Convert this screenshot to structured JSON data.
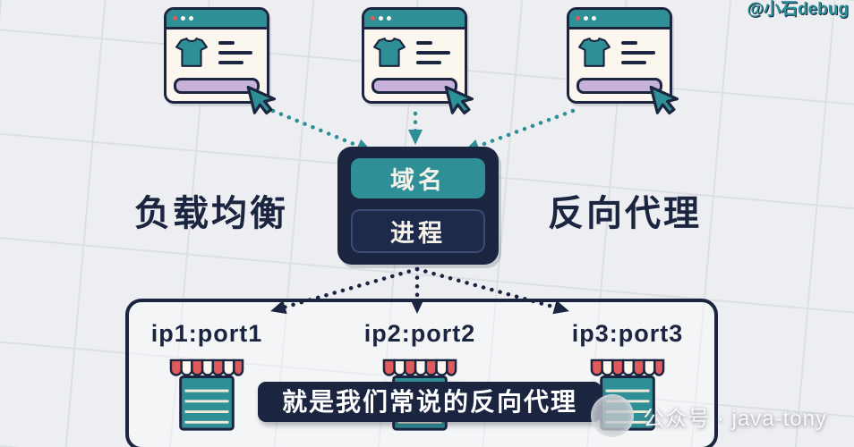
{
  "watermarks": {
    "top_right": "@小石debug",
    "bottom_right": "公众号 · java-tony"
  },
  "diagram": {
    "left_label": "负载均衡",
    "right_label": "反向代理",
    "center": {
      "top": "域名",
      "bottom": "进程"
    },
    "servers": [
      {
        "label": "ip1:port1"
      },
      {
        "label": "ip2:port2"
      },
      {
        "label": "ip3:port3"
      }
    ],
    "caption": "就是我们常说的反向代理"
  },
  "colors": {
    "teal": "#2e8f96",
    "navy": "#1b2540",
    "lavender": "#c7b3da",
    "red": "#e05c5c",
    "cream": "#fbf6ee",
    "background": "#edeef1"
  }
}
